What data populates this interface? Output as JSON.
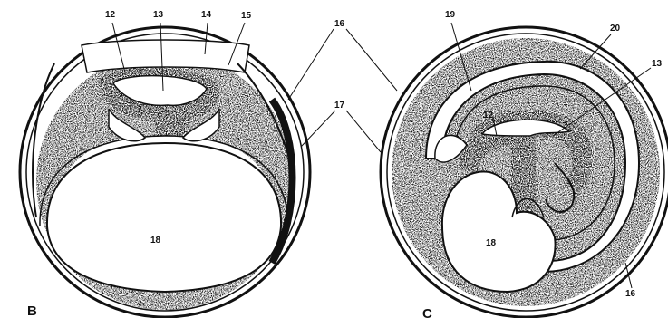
{
  "panels": [
    {
      "letter": "B",
      "labels": {
        "l12": "12",
        "l13": "13",
        "l14": "14",
        "l15": "15",
        "l18": "18"
      }
    },
    {
      "letter": "C",
      "labels": {
        "l19": "19",
        "l20": "20",
        "l13": "13",
        "l12": "12",
        "l18": "18",
        "l16": "16"
      }
    }
  ],
  "shared_labels": {
    "l16": "16",
    "l17": "17"
  }
}
